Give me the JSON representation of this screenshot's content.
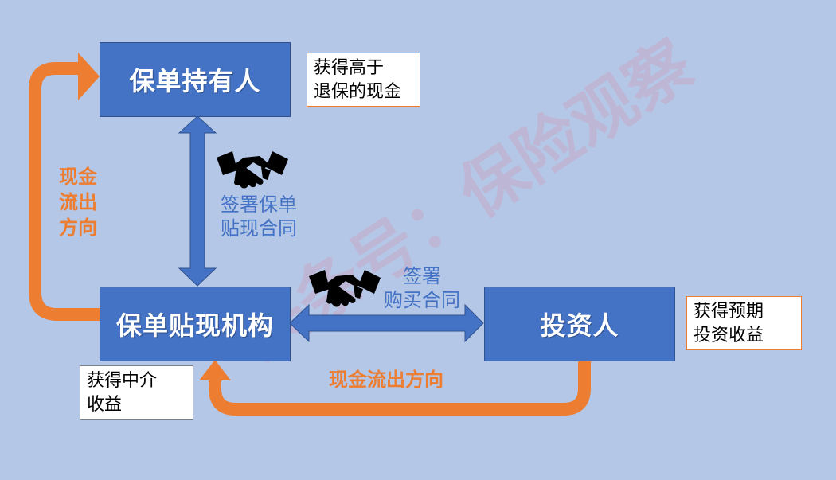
{
  "nodes": {
    "holder": "保单持有人",
    "discount_institution": "保单贴现机构",
    "investor": "投资人"
  },
  "notes": {
    "holder": "获得高于\n退保的现金",
    "investor": "获得预期\n投资收益",
    "discount_institution": "获得中介\n收益"
  },
  "contracts": {
    "holder_discount": "签署保单\n贴现合同",
    "discount_investor": "签署\n购买合同"
  },
  "cash_flow": {
    "left": "现金\n流出\n方向",
    "bottom": "现金流出方向"
  },
  "watermark": "头条号：保险观察",
  "colors": {
    "background": "#b4c7e7",
    "node": "#4472c4",
    "cash_arrow": "#ed7d31",
    "contract_arrow": "#4472c4"
  },
  "icons": [
    "handshake-icon",
    "handshake-icon"
  ]
}
